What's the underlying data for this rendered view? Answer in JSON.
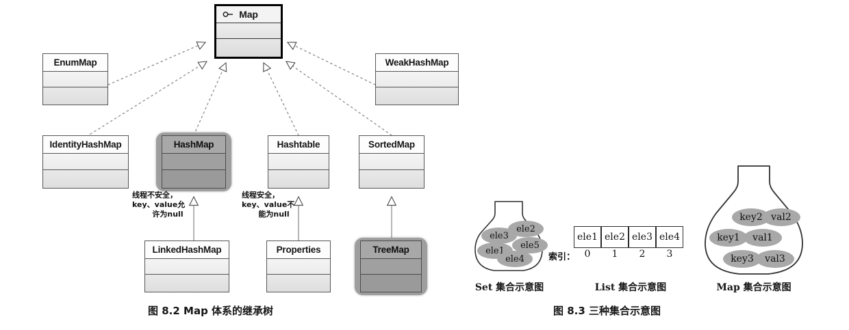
{
  "diagram_left": {
    "root": {
      "name": "Map",
      "icon": "interface-key-icon"
    },
    "classes": [
      {
        "id": "enummap",
        "label": "EnumMap"
      },
      {
        "id": "weakhashmap",
        "label": "WeakHashMap"
      },
      {
        "id": "identityhashmap",
        "label": "IdentityHashMap"
      },
      {
        "id": "hashmap",
        "label": "HashMap",
        "highlighted": true
      },
      {
        "id": "hashtable",
        "label": "Hashtable"
      },
      {
        "id": "sortedmap",
        "label": "SortedMap"
      },
      {
        "id": "linkedhashmap",
        "label": "LinkedHashMap"
      },
      {
        "id": "properties",
        "label": "Properties"
      },
      {
        "id": "treemap",
        "label": "TreeMap",
        "highlighted": true
      }
    ],
    "notes": [
      {
        "id": "hashmap-note",
        "line1": "线程不安全，",
        "line2": "key、value允",
        "line3": "许为null"
      },
      {
        "id": "hashtable-note",
        "line1": "线程安全，",
        "line2": "key、value不",
        "line3": "能为null"
      }
    ],
    "caption": "图 8.2    Map 体系的继承树"
  },
  "diagram_right": {
    "set": {
      "label": "Set 集合示意图",
      "elements": [
        "ele3",
        "ele2",
        "ele1",
        "ele5",
        "ele4"
      ]
    },
    "list": {
      "label": "List 集合示意图",
      "cells": [
        "ele1",
        "ele2",
        "ele3",
        "ele4"
      ],
      "index_label": "索引：",
      "indices": [
        "0",
        "1",
        "2",
        "3"
      ]
    },
    "map": {
      "label": "Map 集合示意图",
      "entries": [
        {
          "key": "key2",
          "value": "val2"
        },
        {
          "key": "key1",
          "value": "val1"
        },
        {
          "key": "key3",
          "value": "val3"
        }
      ]
    },
    "caption": "图 8.3    三种集合示意图"
  },
  "colors": {
    "highlight_fill": "#a3a3a3",
    "box_fill": "#f0f0f0",
    "line": "#555555",
    "text": "#141414"
  }
}
